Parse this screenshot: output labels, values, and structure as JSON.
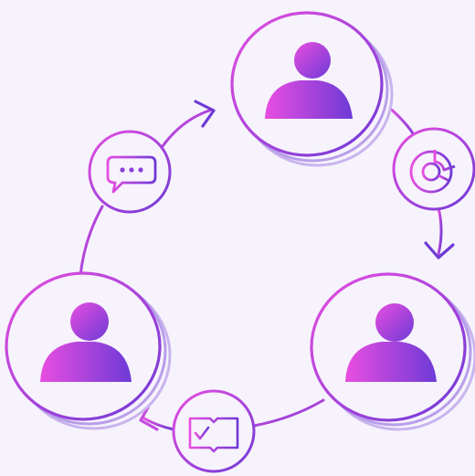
{
  "illustration": {
    "background": "#f6f3fc",
    "gradient_start": "#e84ee0",
    "gradient_end": "#6e3ad6",
    "stack_color": "#c9b4ee",
    "persons": [
      "user-icon",
      "user-icon",
      "user-icon"
    ],
    "connector_icons": [
      "chat-bubble-icon",
      "pie-chart-icon",
      "open-book-checklist-icon"
    ],
    "arrows": [
      "arrow-to-top-person",
      "arrow-to-right-person",
      "arrow-to-left-person"
    ]
  }
}
